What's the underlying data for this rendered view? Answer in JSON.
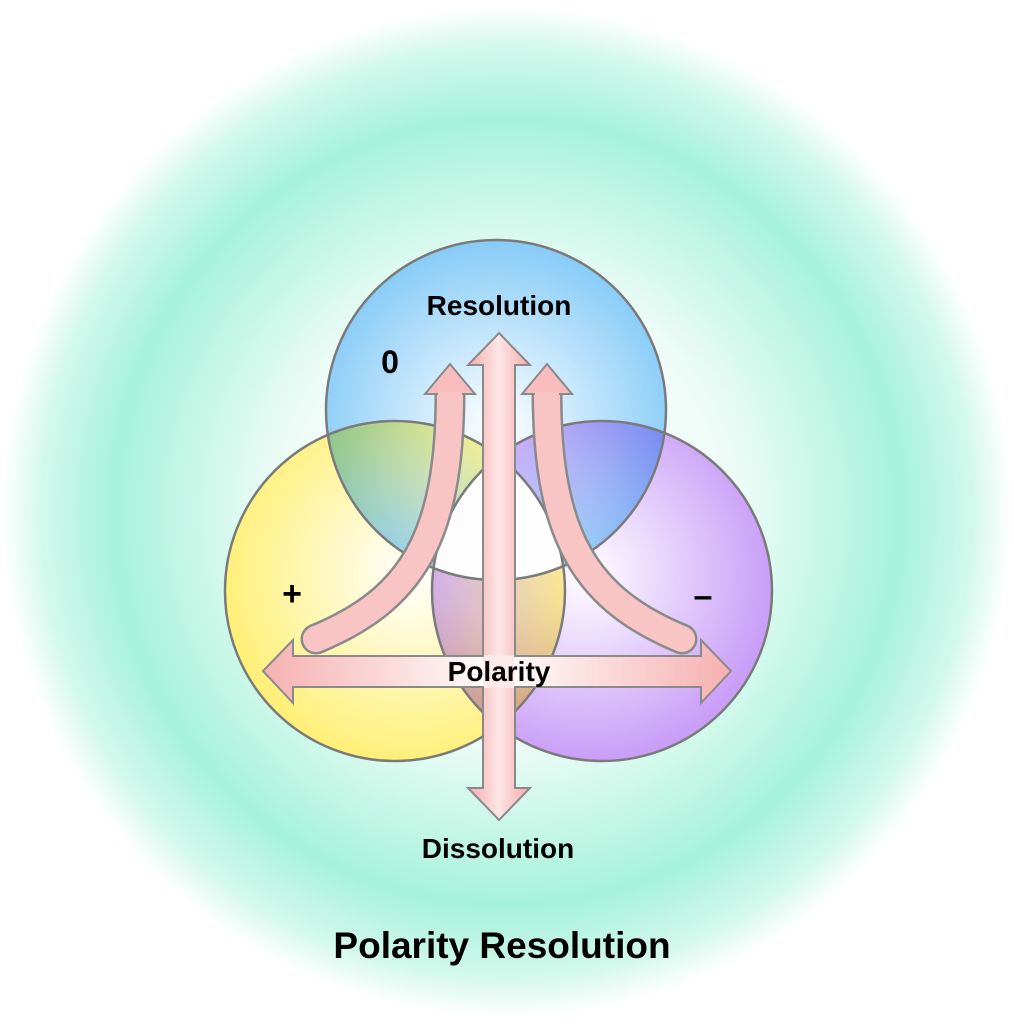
{
  "title": "Polarity Resolution",
  "labels": {
    "top": "Resolution",
    "bottom": "Dissolution",
    "center": "Polarity",
    "zero": "0",
    "plus": "+",
    "minus": "–"
  },
  "colors": {
    "background_ring": "#a6f2da",
    "blue": "#86cbf7",
    "yellow": "#fff07a",
    "purple": "#c99ef7",
    "arrow": "#f7b3b3",
    "outline": "#7a7a7a"
  }
}
